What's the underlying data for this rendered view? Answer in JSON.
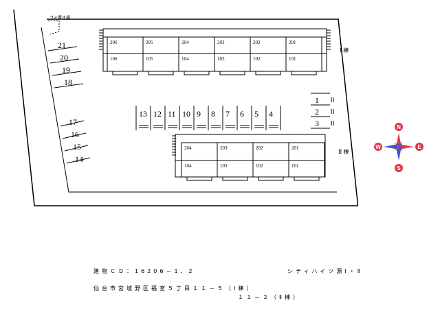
{
  "garbage_label": "ゴミ置き場",
  "parking_left_top": [
    "21",
    "20",
    "19",
    "18"
  ],
  "parking_left_bottom": [
    "17",
    "16",
    "15",
    "14"
  ],
  "parking_center": [
    "13",
    "12",
    "11",
    "10",
    "9",
    "8",
    "7",
    "6",
    "5",
    "4"
  ],
  "parking_right": [
    "1",
    "2",
    "3"
  ],
  "building_1": {
    "label": "Ⅰ 棟",
    "upper_rooms": [
      "206",
      "205",
      "204",
      "203",
      "202",
      "201"
    ],
    "lower_rooms": [
      "106",
      "105",
      "104",
      "103",
      "102",
      "101"
    ]
  },
  "building_2": {
    "label": "Ⅱ 棟",
    "upper_rooms": [
      "204",
      "203",
      "202",
      "201"
    ],
    "lower_rooms": [
      "104",
      "103",
      "102",
      "101"
    ]
  },
  "compass": {
    "n": "N",
    "s": "S",
    "e": "E",
    "w": "W"
  },
  "footer": {
    "building_code": "建物ＣＤ：16206－1．2",
    "building_name": "シティハイツ源Ⅰ・Ⅱ",
    "address_1": "仙台市宮城野区福室５丁目１１－５（Ⅰ棟）",
    "address_2": "１１－２（Ⅱ棟）"
  },
  "colors": {
    "line": "#000000",
    "compass_red": "#e0374a",
    "compass_blue": "#3a56c8"
  }
}
